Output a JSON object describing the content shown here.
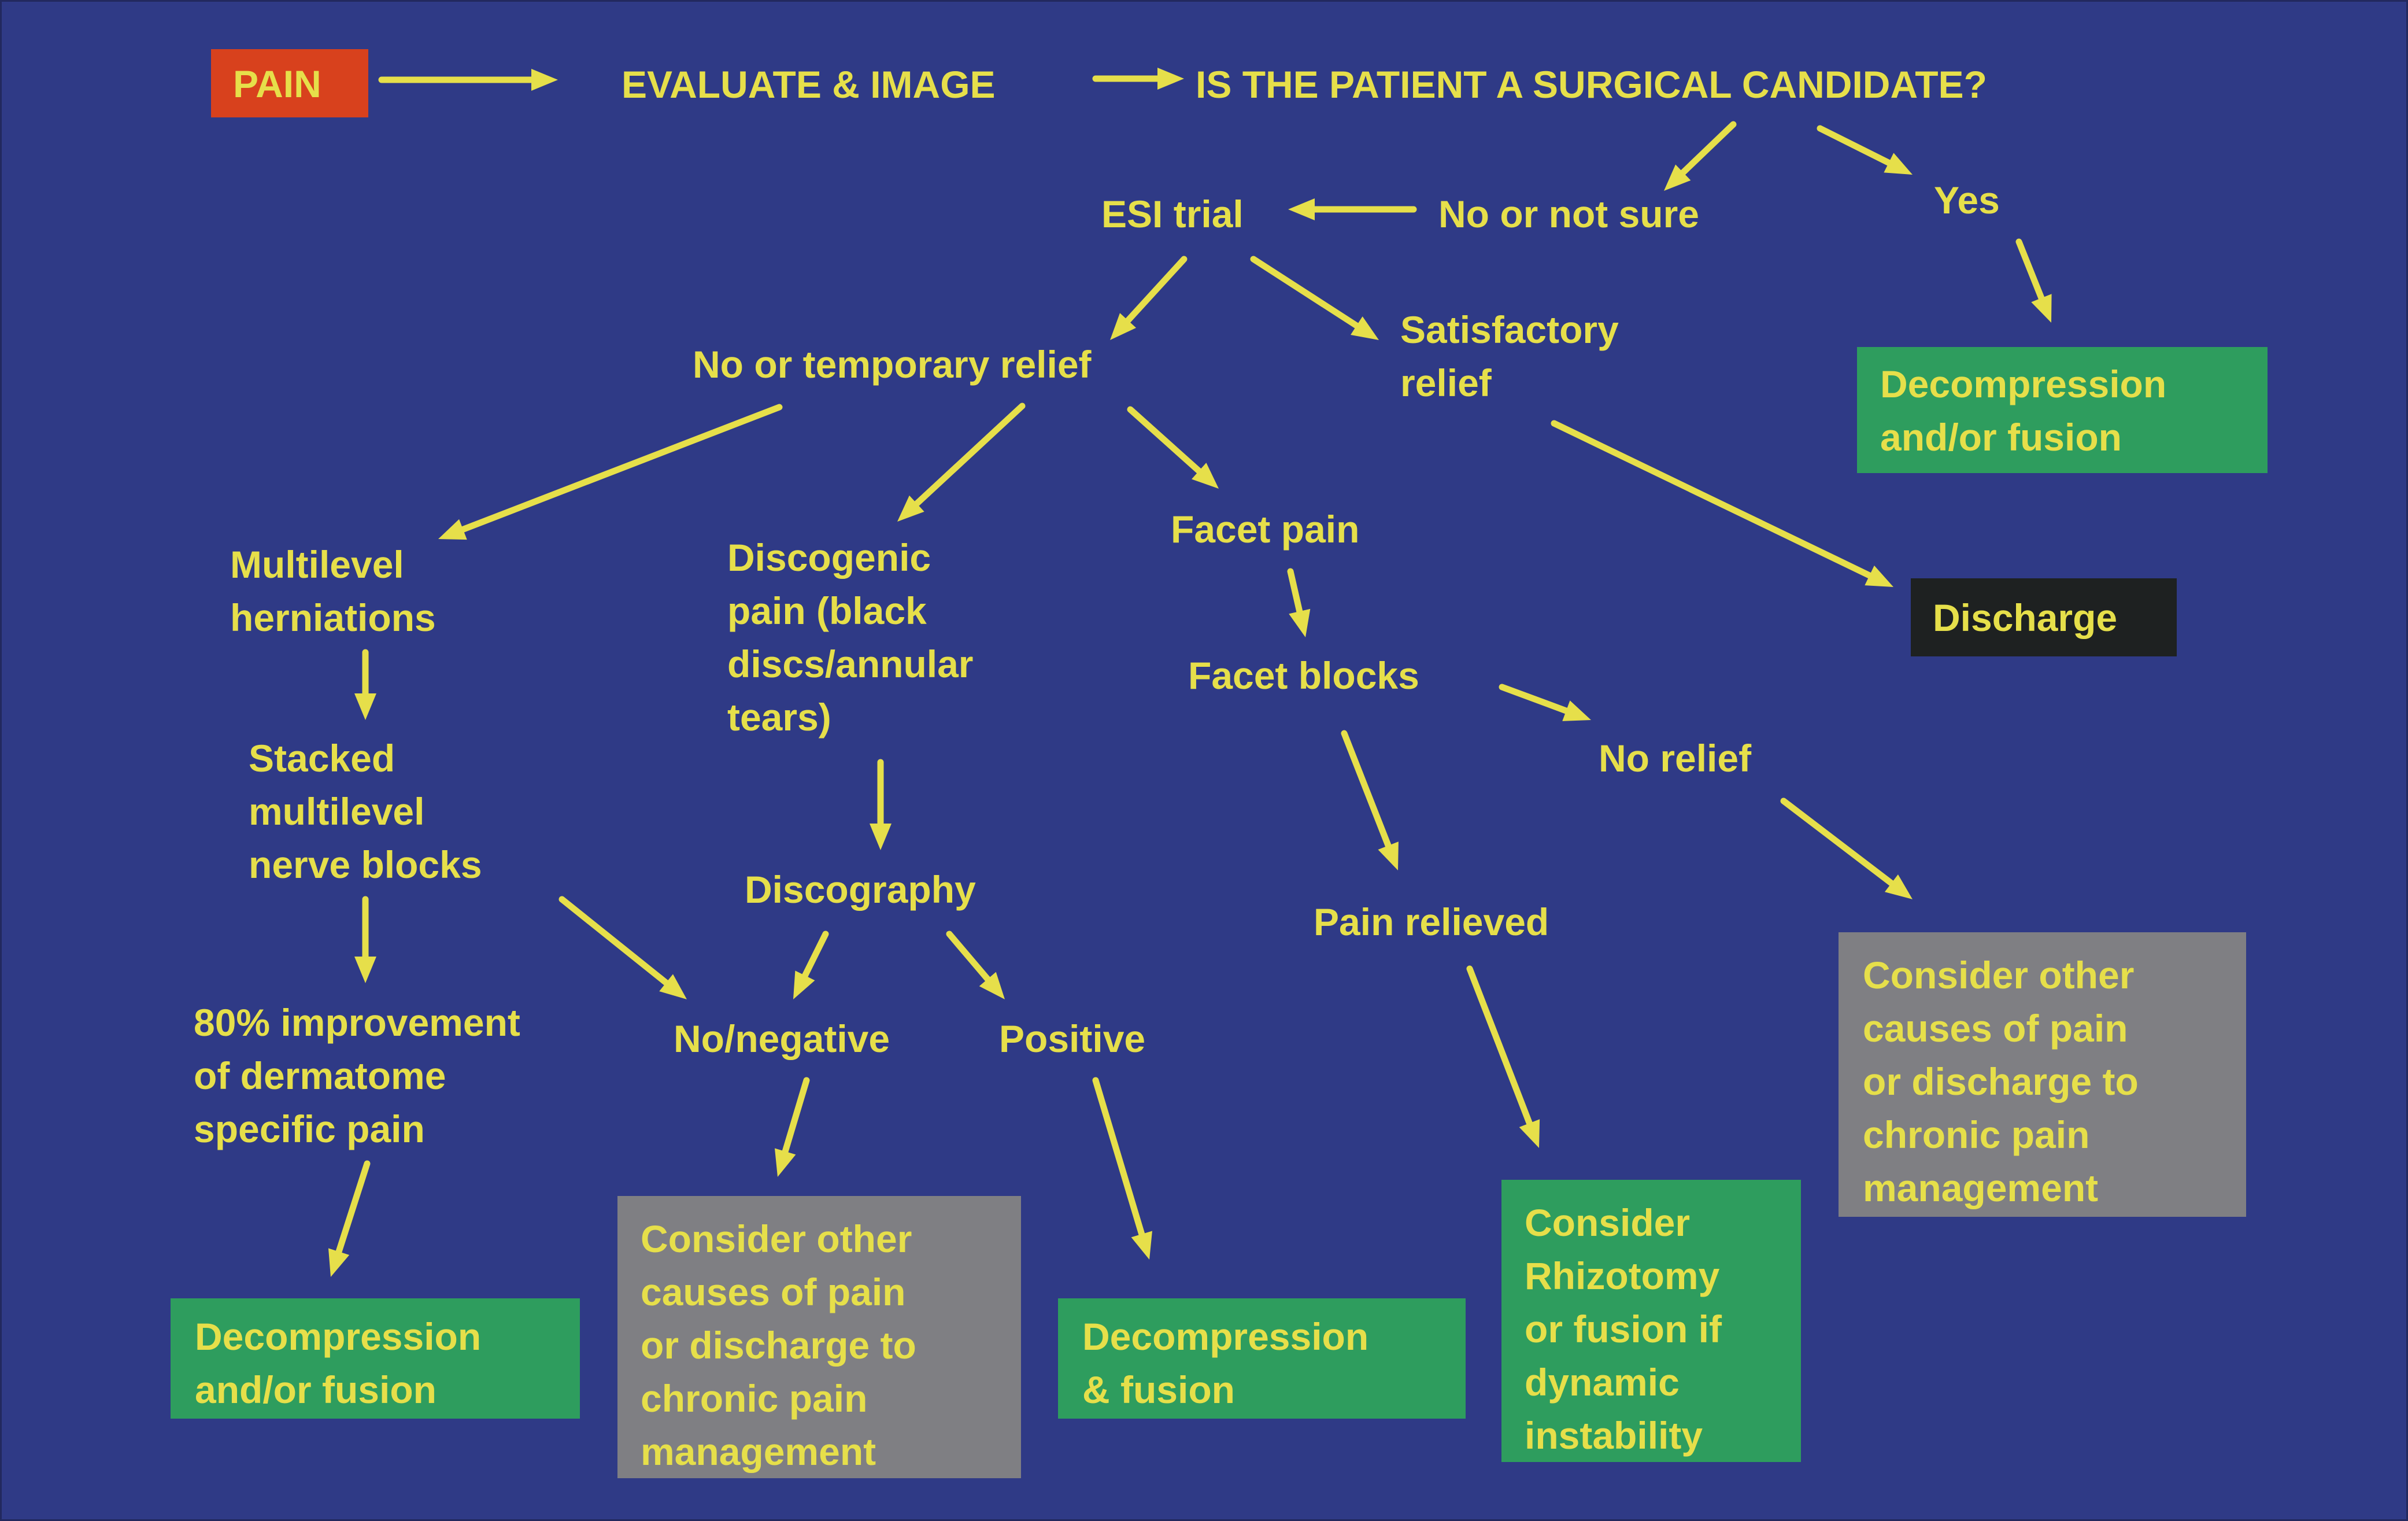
{
  "colors": {
    "background": "#2f3a86",
    "text": "#e6df4a",
    "arrow": "#e6df4a",
    "pain_box": "#d8411d",
    "treatment_box": "#2e9d5e",
    "referral_box": "#7f7f83",
    "discharge_box": "#1e2121"
  },
  "nodes": {
    "pain": "PAIN",
    "evaluate": "EVALUATE & IMAGE",
    "surgical_q": "IS THE PATIENT A SURGICAL CANDIDATE?",
    "esi_trial": "ESI trial",
    "no_not_sure": "No or not sure",
    "yes": "Yes",
    "decomp_top": "Decompression\nand/or fusion",
    "no_temp_relief": "No or temporary relief",
    "satisfactory": "Satisfactory\nrelief",
    "discharge": "Discharge",
    "multilevel": "Multilevel\nherniations",
    "discogenic": "Discogenic\npain (black\ndiscs/annular\ntears)",
    "facet_pain": "Facet pain",
    "facet_blocks": "Facet blocks",
    "no_relief": "No relief",
    "stacked": "Stacked\nmultilevel\nnerve blocks",
    "discography": "Discography",
    "pain_relieved": "Pain relieved",
    "improvement": "80% improvement\nof dermatome\nspecific pain",
    "no_negative": "No/negative",
    "positive": "Positive",
    "consider_right": "Consider other\ncauses of pain\nor discharge to\nchronic pain\nmanagement",
    "decomp_left": "Decompression\nand/or fusion",
    "consider_mid": "Consider other\ncauses of pain\nor discharge to\nchronic pain\nmanagement",
    "decomp_fusion": "Decompression\n& fusion",
    "rhizotomy": "Consider\nRhizotomy\nor fusion if\ndynamic\ninstability"
  }
}
